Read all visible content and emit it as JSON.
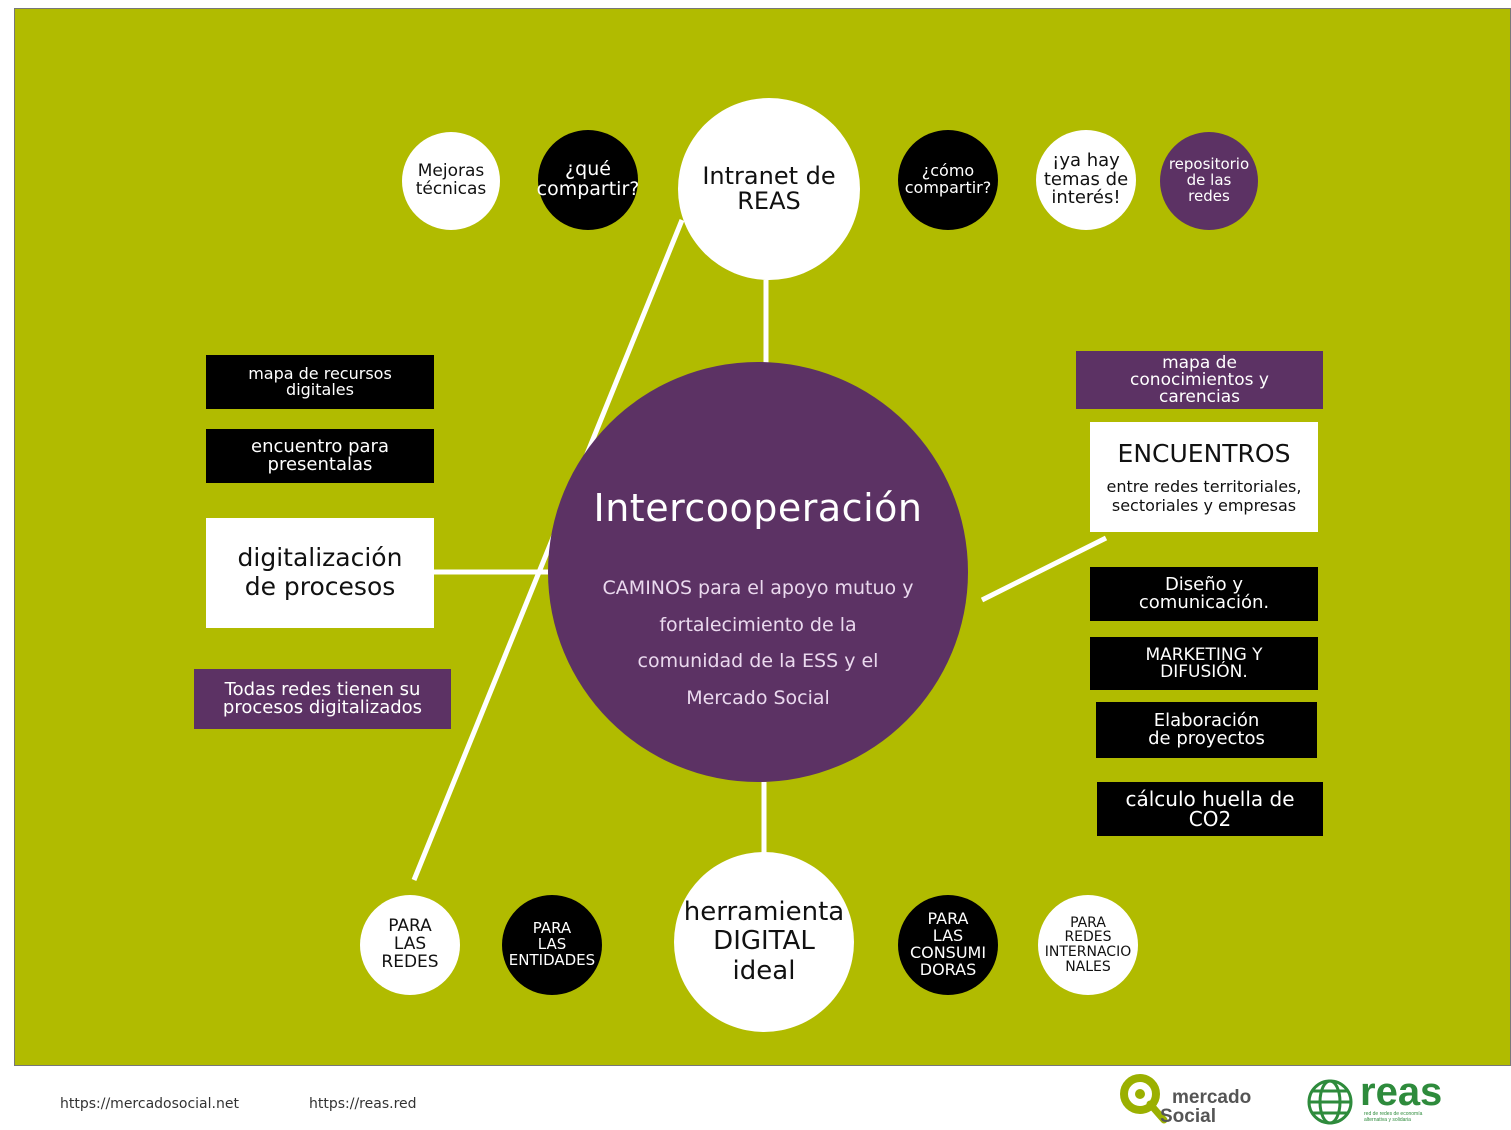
{
  "center": {
    "title": "Intercooperación",
    "subtitle": "CAMINOS para el apoyo mutuo y\nfortalecimiento de la\ncomunidad de la ESS y el\nMercado Social"
  },
  "top": {
    "main": "Intranet de\nREAS",
    "items": [
      "Mejoras\ntécnicas",
      "¿qué\ncompartir?",
      "¿cómo\ncompartir?",
      "¡ya hay\ntemas de\ninterés!",
      "repositorio\nde las\nredes"
    ]
  },
  "bottom": {
    "main": "herramienta\nDIGITAL\nideal",
    "items": [
      "PARA\nLAS\nREDES",
      "PARA\nLAS\nENTIDADES",
      "PARA\nLAS\nCONSUMI\nDORAS",
      "PARA\nREDES\nINTERNACIO\nNALES"
    ]
  },
  "left": {
    "main": "digitalización\nde procesos",
    "items": [
      "mapa de recursos\ndigitales",
      "encuentro para\npresentalas",
      "Todas redes tienen su\nprocesos digitalizados"
    ]
  },
  "right": {
    "main_title": "ENCUENTROS",
    "main_sub": "entre redes territoriales,\nsectoriales y empresas",
    "items": [
      "mapa de\nconocimientos y\ncarencias",
      "Diseño y\ncomunicación.",
      "MARKETING Y\nDIFUSIÓN.",
      "Elaboración\nde proyectos",
      "cálculo huella de\nCO2"
    ]
  },
  "footer": {
    "link1": "https://mercadosocial.net",
    "link2": "https://reas.red",
    "logo1_line1": "mercado",
    "logo1_line2": "Social",
    "logo2": "reas",
    "logo2_tagline": "red de redes de economía alternativa y solidaria"
  },
  "colors": {
    "background": "#b1bb00",
    "purple": "#5c3264",
    "black": "#000000",
    "white": "#ffffff"
  }
}
